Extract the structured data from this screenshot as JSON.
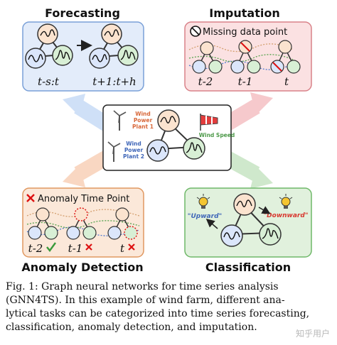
{
  "panels": {
    "forecasting": {
      "title": "Forecasting",
      "label_left": "t-s:t",
      "label_right": "t+1:t+h"
    },
    "imputation": {
      "title": "Imputation",
      "legend": "Missing data point",
      "labels": [
        "t-2",
        "t-1",
        "t"
      ]
    },
    "center": {
      "plant1": [
        "Wind",
        "Power",
        "Plant 1"
      ],
      "plant2": [
        "Wind",
        "Power",
        "Plant 2"
      ],
      "wind_speed": "Wind Speed"
    },
    "anomaly": {
      "title": "Anomaly Detection",
      "legend": "Anomaly Time Point",
      "labels": [
        "t-2",
        "t-1",
        "t"
      ]
    },
    "classification": {
      "title": "Classification",
      "upward": "\"Upward\"",
      "downward": "\"Downward\""
    }
  },
  "caption": {
    "line1": "Fig. 1: Graph neural networks for time series analysis",
    "line2": "(GNN4TS). In this example of wind farm, different ana-",
    "line3": "lytical tasks can be categorized into time series forecasting,",
    "line4": "classification, anomaly detection, and imputation."
  },
  "watermark": "知乎用户"
}
